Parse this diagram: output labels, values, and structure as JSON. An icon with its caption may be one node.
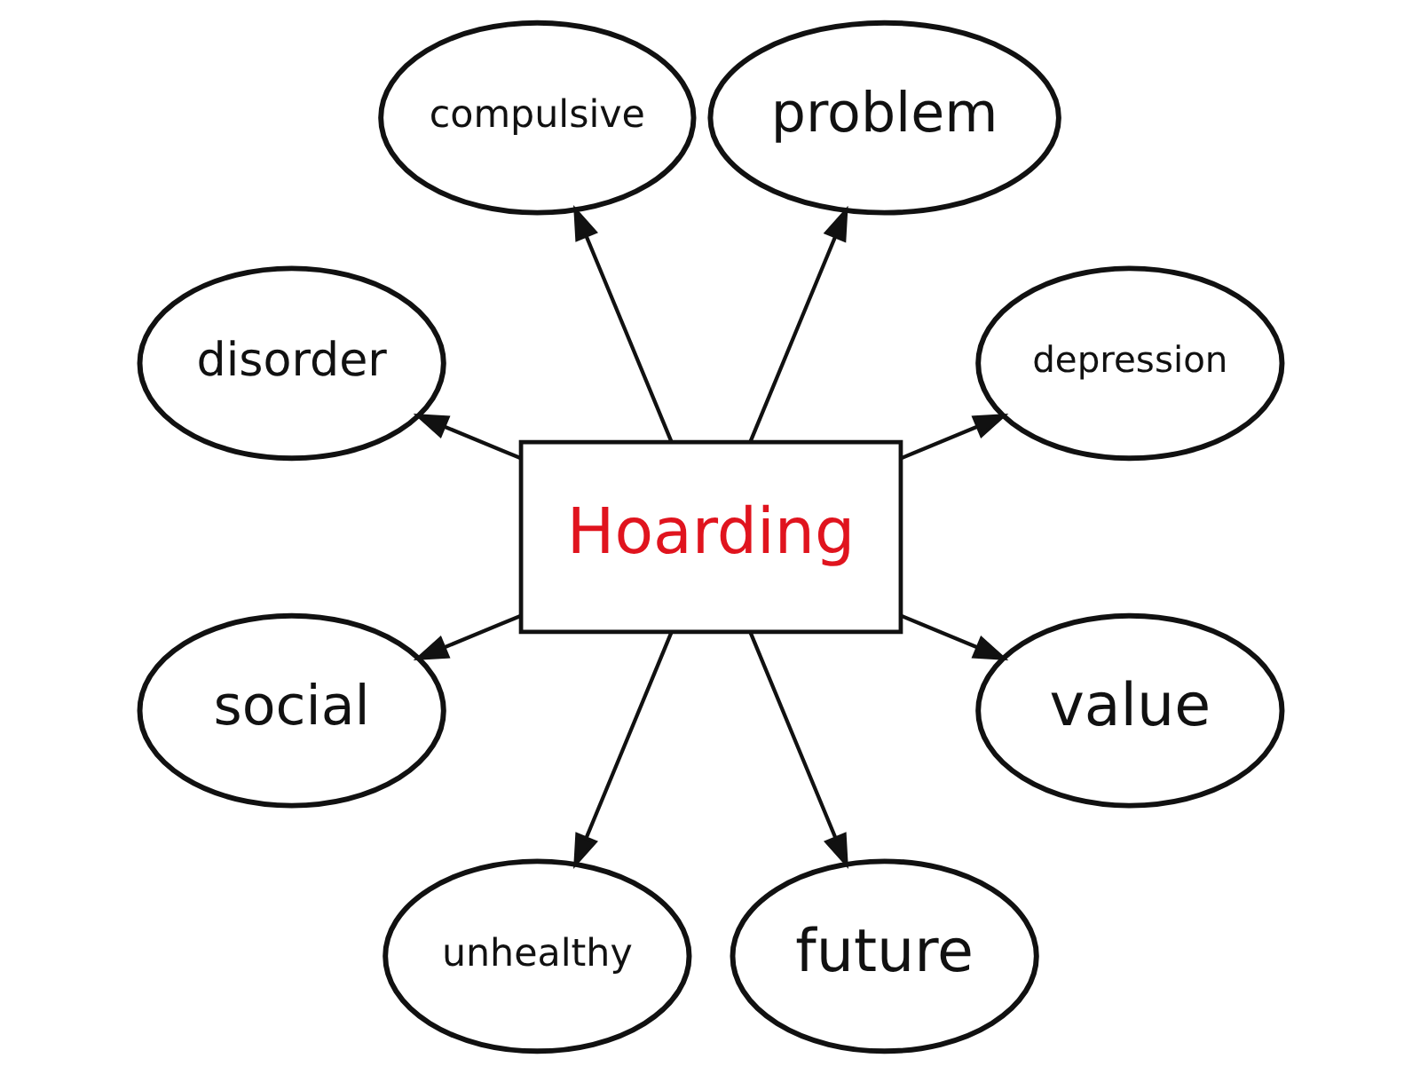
{
  "diagram": {
    "nodes": [
      {
        "text": [
          "Hoarding"
        ]
      },
      {
        "text": [
          "compulsive"
        ]
      },
      {
        "text": [
          "problem"
        ]
      },
      {
        "text": [
          "depression"
        ]
      },
      {
        "text": [
          "value"
        ]
      },
      {
        "text": [
          "future"
        ]
      },
      {
        "text": [
          "unhealthy"
        ]
      },
      {
        "text": [
          "social"
        ]
      },
      {
        "text": [
          "disorder"
        ]
      }
    ],
    "edges": [
      {
        "from": 0,
        "to": 1,
        "arrow": "to"
      },
      {
        "from": 0,
        "to": 2,
        "arrow": "to"
      },
      {
        "from": 0,
        "to": 3,
        "arrow": "to"
      },
      {
        "from": 0,
        "to": 4,
        "arrow": "to"
      },
      {
        "from": 0,
        "to": 5,
        "arrow": "to"
      },
      {
        "from": 0,
        "to": 6,
        "arrow": "to"
      },
      {
        "from": 0,
        "to": 7,
        "arrow": "to"
      },
      {
        "from": 0,
        "to": 8,
        "arrow": "to"
      }
    ]
  }
}
